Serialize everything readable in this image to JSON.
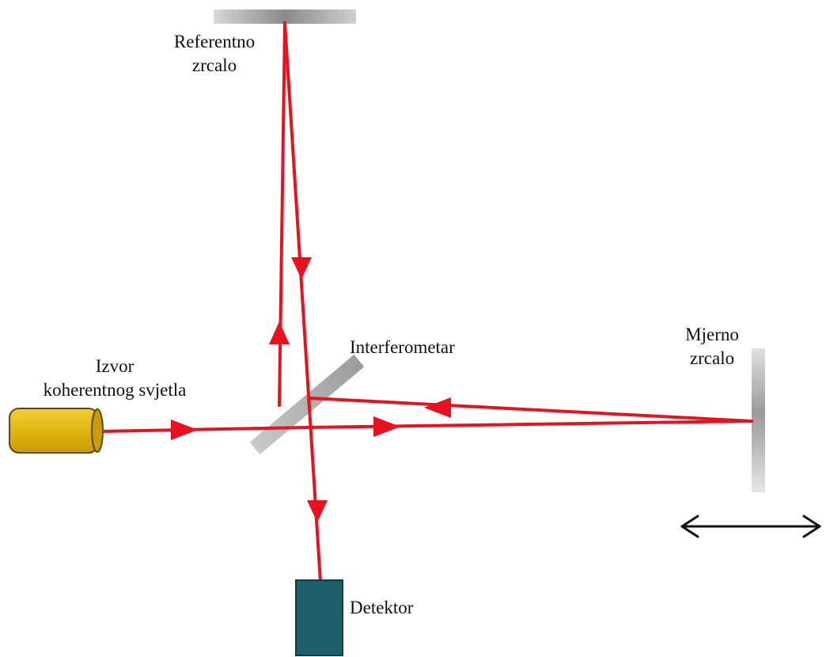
{
  "labels": {
    "reference_mirror": [
      "Referentno",
      "zrcalo"
    ],
    "measuring_mirror": [
      "Mjerno",
      "zrcalo"
    ],
    "source": [
      "Izvor",
      "koherentnog svjetla"
    ],
    "interferometer": "Interferometar",
    "detector": "Detektor"
  },
  "colors": {
    "beam": "#e8121e",
    "source_body": "#e8bf14",
    "detector_body": "#1f5f6c",
    "mirror": "#b8b8b8",
    "text": "#111111"
  },
  "icons": {
    "movement": "double-arrow-horizontal-icon"
  }
}
